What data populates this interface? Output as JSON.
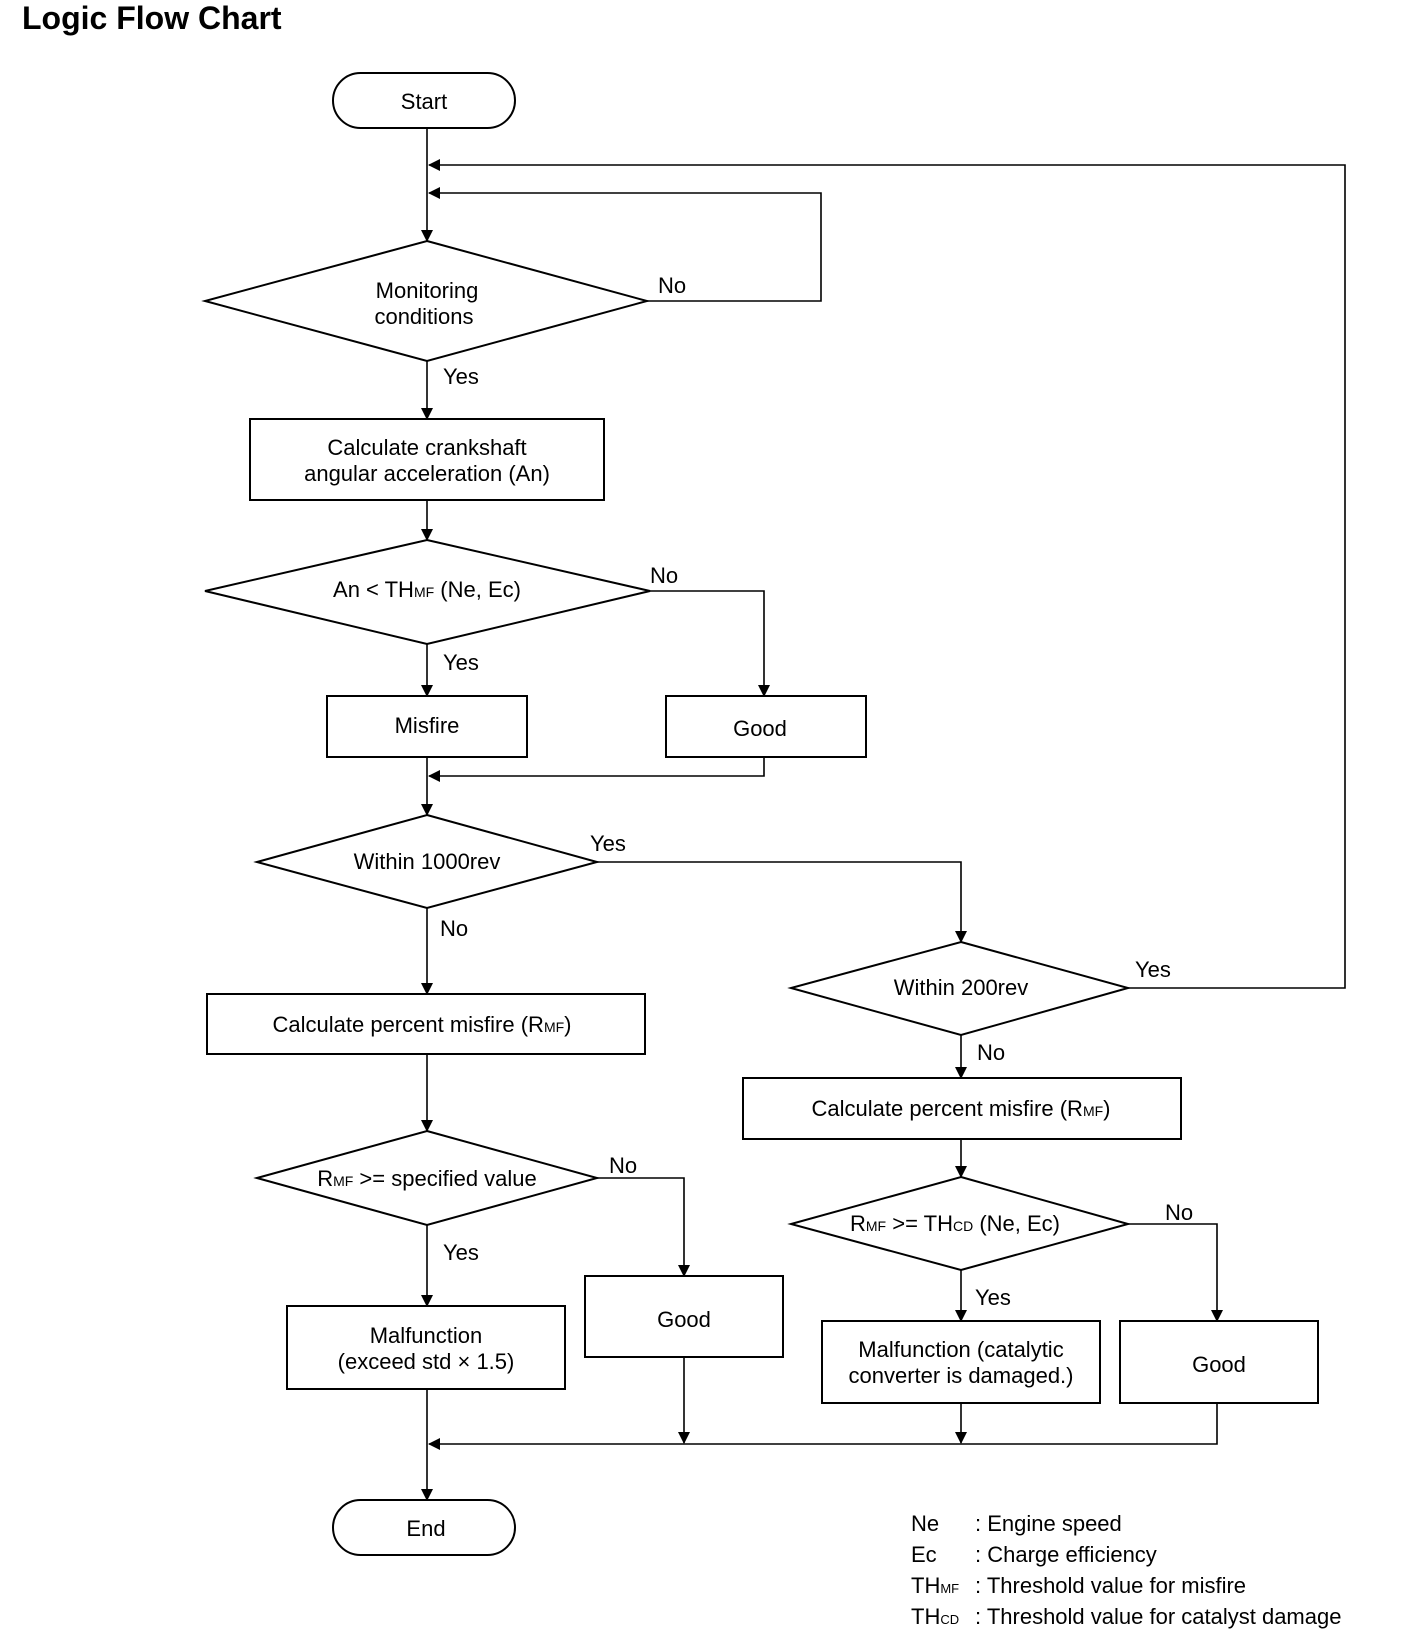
{
  "title": "Logic Flow Chart",
  "nodes": {
    "start": "Start",
    "monitoring_line1": "Monitoring",
    "monitoring_line2": "conditions",
    "calc_accel_line1": "Calculate crankshaft",
    "calc_accel_line2": "angular acceleration (An)",
    "an_compare_pre": "An < TH",
    "an_compare_sub": "MF",
    "an_compare_post": " (Ne, Ec)",
    "misfire": "Misfire",
    "good_1": "Good",
    "within_1000": "Within 1000rev",
    "within_200": "Within 200rev",
    "calc_pct_left_pre": "Calculate percent misfire (R",
    "calc_pct_left_sub": "MF",
    "calc_pct_left_post": ")",
    "calc_pct_right_pre": "Calculate percent misfire (R",
    "calc_pct_right_sub": "MF",
    "calc_pct_right_post": ")",
    "rmf_spec_pre": "R",
    "rmf_spec_sub": "MF",
    "rmf_spec_post": " >= specified value",
    "rmf_thcd_pre": "R",
    "rmf_thcd_sub": "MF",
    "rmf_thcd_mid": " >= TH",
    "rmf_thcd_sub2": "CD",
    "rmf_thcd_post": " (Ne, Ec)",
    "malfunction_1_line1": "Malfunction",
    "malfunction_1_line2": "(exceed std × 1.5)",
    "good_2": "Good",
    "malfunction_2_line1": "Malfunction (catalytic",
    "malfunction_2_line2": "converter is damaged.)",
    "good_3": "Good",
    "end": "End"
  },
  "edge_labels": {
    "monitoring_no": "No",
    "monitoring_yes": "Yes",
    "an_no": "No",
    "an_yes": "Yes",
    "within1000_yes": "Yes",
    "within1000_no": "No",
    "within200_yes": "Yes",
    "within200_no": "No",
    "rmf_spec_no": "No",
    "rmf_spec_yes": "Yes",
    "rmf_thcd_no": "No",
    "rmf_thcd_yes": "Yes"
  },
  "legend": [
    {
      "abbr": "Ne",
      "sub": "",
      "desc": ": Engine speed"
    },
    {
      "abbr": "Ec",
      "sub": "",
      "desc": ": Charge efficiency"
    },
    {
      "abbr": "TH",
      "sub": "MF",
      "desc": ": Threshold value for misfire"
    },
    {
      "abbr": "TH",
      "sub": "CD",
      "desc": ": Threshold value for catalyst damage"
    }
  ]
}
